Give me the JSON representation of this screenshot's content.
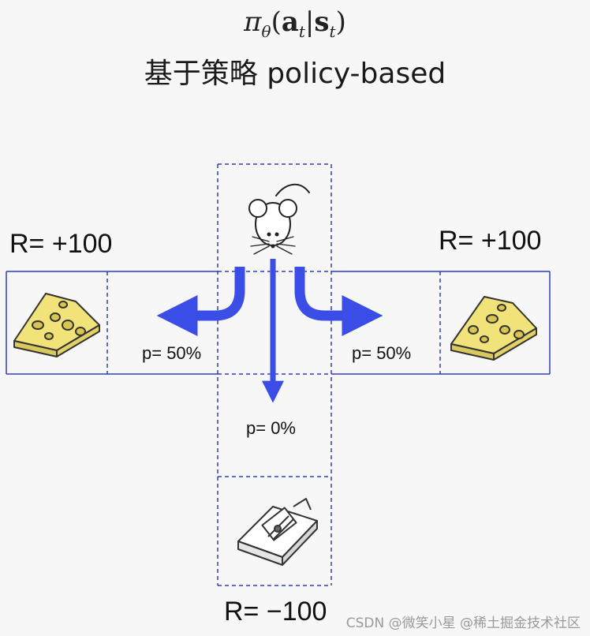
{
  "header": {
    "formula_pi": "π",
    "formula_theta": "θ",
    "formula_a": "a",
    "formula_t": "t",
    "formula_bar": "|",
    "formula_s": "s",
    "formula_t2": "t",
    "subtitle": "基于策略 policy-based"
  },
  "rewards": {
    "left": "R= +100",
    "right": "R= +100",
    "bottom": "R= −100"
  },
  "probabilities": {
    "left": "p= 50%",
    "right": "p= 50%",
    "down": "p= 0%"
  },
  "watermark": "CSDN @微笑小星 @稀土掘金技术社区",
  "colors": {
    "grid_line": "#2f3fc4",
    "arrow": "#3a4de6",
    "cheese_fill": "#f2e27a"
  },
  "icons": [
    "mouse-icon",
    "cheese-icon",
    "mousetrap-icon"
  ]
}
